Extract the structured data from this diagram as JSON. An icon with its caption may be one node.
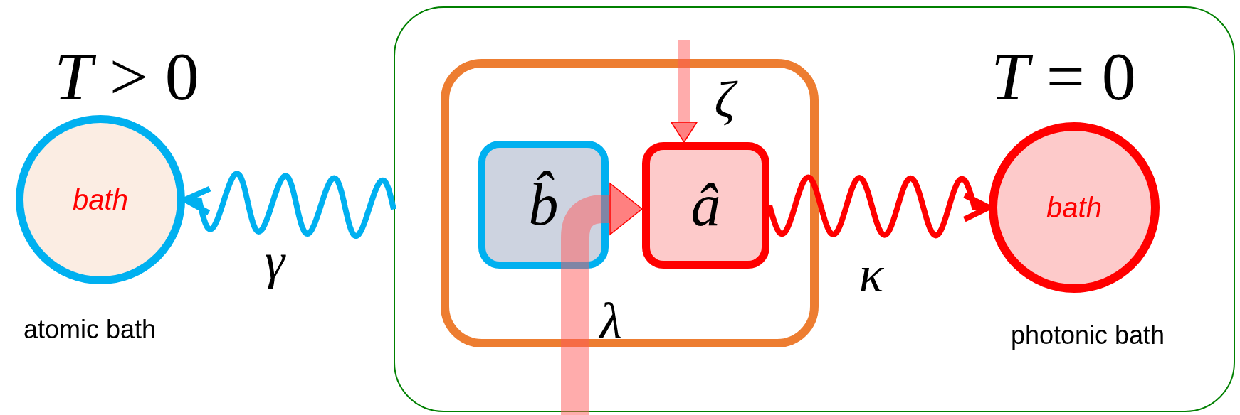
{
  "diagram": {
    "nodes": [
      {
        "text": [
          "bath"
        ],
        "beside": [
          "*T* > 0",
          "atomic bath"
        ]
      },
      {
        "text": [],
        "shape": "box"
      },
      {
        "text": [],
        "shape": "box",
        "in": 1
      },
      {
        "text": [
          "b̂"
        ],
        "in": 2
      },
      {
        "text": [
          "â"
        ],
        "in": 2
      },
      {
        "text": [
          "bath"
        ],
        "beside": [
          "*T* = 0",
          "photonic bath"
        ],
        "in": 1
      }
    ],
    "edges": [
      {
        "from": 1,
        "to": 0,
        "arrow": "to",
        "label": "γ",
        "color": "#00b0f0"
      },
      {
        "from": 4,
        "to": 5,
        "arrow": "to",
        "label": "κ"
      },
      {
        "from": null,
        "to": 4,
        "arrow": "to",
        "label": "ζ",
        "style": "thick"
      },
      {
        "from": null,
        "to": 4,
        "arrow": "to",
        "label": "λ",
        "style": "thick"
      }
    ]
  }
}
